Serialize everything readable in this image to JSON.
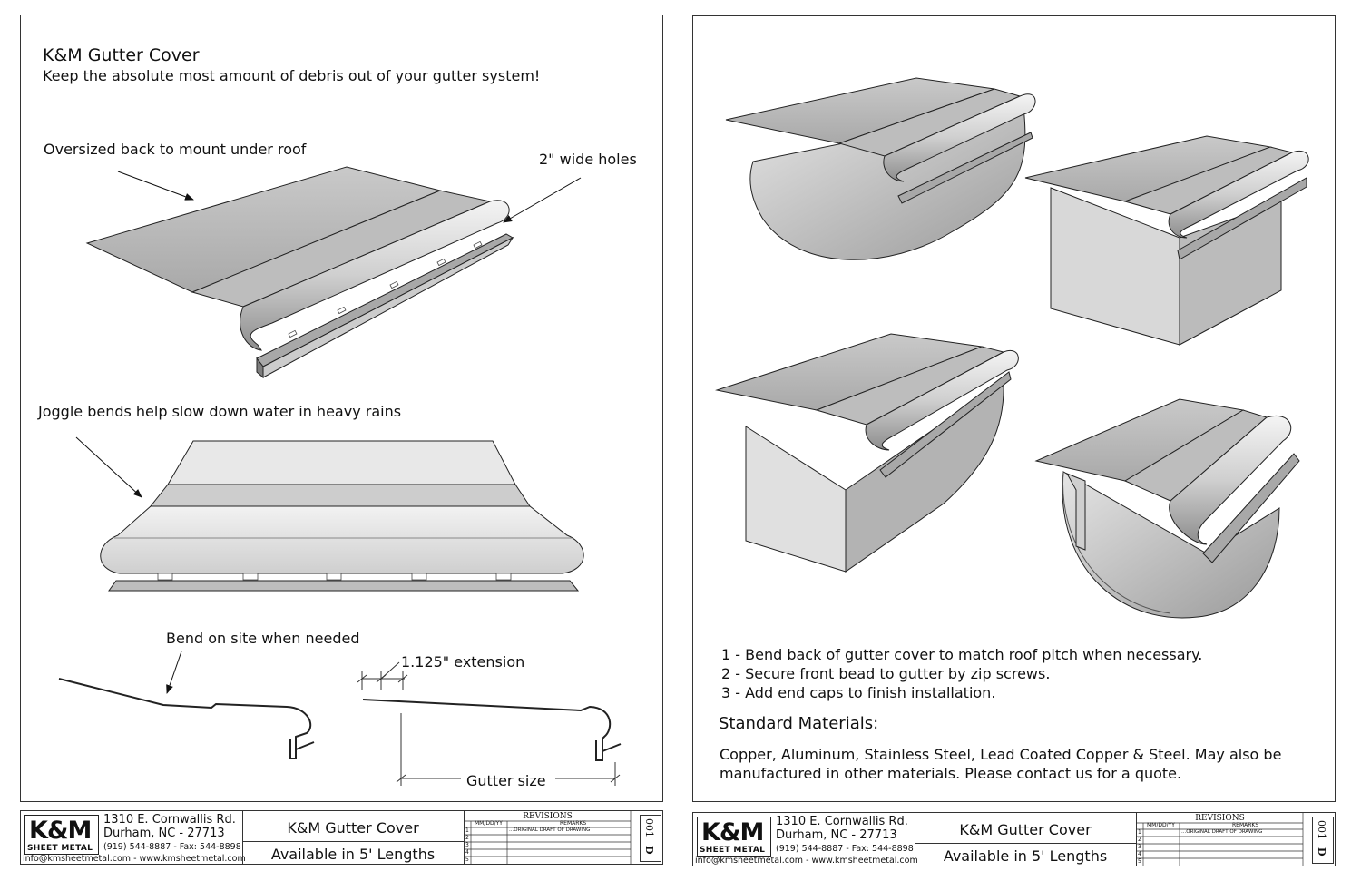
{
  "left_sheet": {
    "title": "K&M Gutter Cover",
    "subtitle": "Keep the absolute most amount of debris out of your gutter system!",
    "callouts": {
      "oversized_back": "Oversized back to mount under roof",
      "wide_holes": "2\" wide holes",
      "joggle_bends": "Joggle bends help slow down water in heavy rains",
      "bend_on_site": "Bend on site when needed",
      "extension": "1.125\" extension",
      "gutter_size": "Gutter size"
    }
  },
  "right_sheet": {
    "steps": [
      "1 - Bend back of gutter cover to match roof pitch when necessary.",
      "2 - Secure front bead to gutter by zip screws.",
      "3 - Add end caps to finish installation."
    ],
    "materials_heading": "Standard Materials:",
    "materials_line1": "Copper, Aluminum, Stainless Steel, Lead Coated Copper & Steel. May also be",
    "materials_line2": "manufactured in other materials. Please contact us for a quote."
  },
  "title_block": {
    "logo_text": "K&M",
    "logo_sub": "SHEET METAL",
    "address1": "1310 E. Cornwallis Rd.",
    "address2": "Durham, NC - 27713",
    "phone": "(919) 544-8887 - Fax: 544-8898",
    "contact": "info@kmsheetmetal.com - www.kmsheetmetal.com",
    "drawing_title": "K&M Gutter Cover",
    "drawing_subtitle": "Available in 5' Lengths",
    "revisions_heading": "REVISIONS",
    "col_date": "MM/DD/YY",
    "col_remarks": "REMARKS",
    "first_remark": "...ORIGINAL DRAFT OF DRAWING",
    "row_numbers": [
      "1",
      "2",
      "3",
      "4",
      "5"
    ],
    "sheet_letter": "D",
    "sheet_number": "001"
  }
}
